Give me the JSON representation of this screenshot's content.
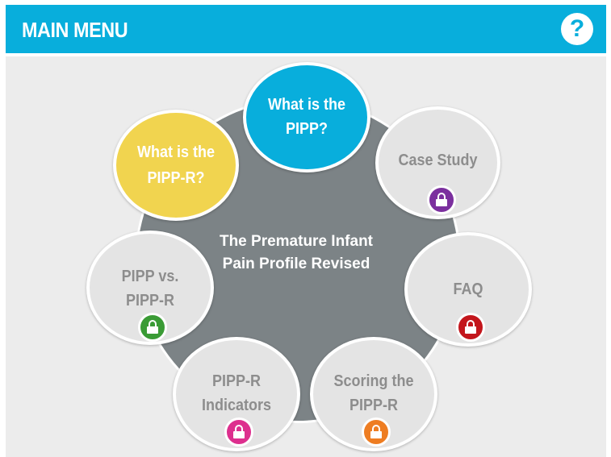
{
  "header": {
    "title": "MAIN MENU",
    "help_label": "?"
  },
  "hub": {
    "line1": "The Premature Infant",
    "line2": "Pain Profile Revised"
  },
  "nodes": {
    "what_is_pipp": {
      "line1": "What is the",
      "line2": "PIPP?"
    },
    "what_is_pipp_r": {
      "line1": "What is the",
      "line2": "PIPP-R?"
    },
    "case_study": {
      "line1": "Case Study",
      "lock_color": "#7b2f9e"
    },
    "faq": {
      "line1": "FAQ",
      "lock_color": "#c3161c"
    },
    "scoring": {
      "line1": "Scoring the",
      "line2": "PIPP-R",
      "lock_color": "#ee7d22"
    },
    "indicators": {
      "line1": "PIPP-R",
      "line2": "Indicators",
      "lock_color": "#dd2f8e"
    },
    "pipp_vs": {
      "line1": "PIPP vs.",
      "line2": "PIPP-R",
      "lock_color": "#3a9b35"
    }
  },
  "colors": {
    "header": "#08aedc",
    "hub": "#7c8386",
    "yellow": "#f1d44f"
  },
  "icons": {
    "help": "question-mark-icon",
    "lock": "padlock-icon"
  }
}
